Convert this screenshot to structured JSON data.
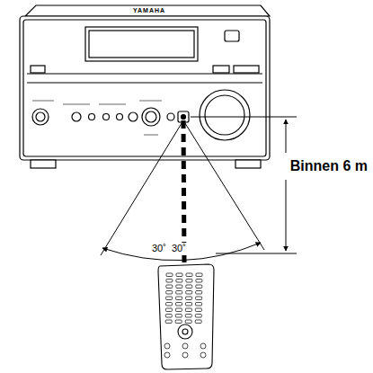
{
  "diagram": {
    "labels": [
      "YAMAHA",
      "30˚",
      "30˚",
      "Binnen 6 m"
    ]
  }
}
